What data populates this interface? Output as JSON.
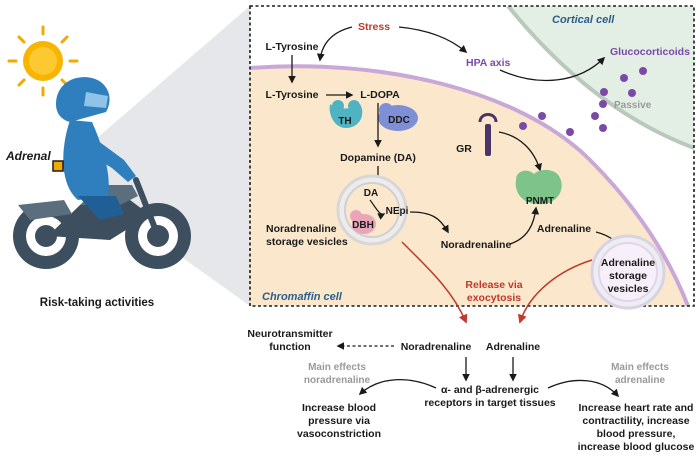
{
  "left_panel": {
    "adrenal_label": "Adrenal",
    "caption": "Risk-taking activities"
  },
  "cells": {
    "cortical": "Cortical cell",
    "chromaffin": "Chromaffin cell"
  },
  "pathway": {
    "stress": "Stress",
    "hpa_axis": "HPA axis",
    "glucocorticoids": "Glucocorticoids",
    "passive": "Passive",
    "l_tyrosine_outside": "L-Tyrosine",
    "l_tyrosine_inside": "L-Tyrosine",
    "l_dopa": "L-DOPA",
    "th": "TH",
    "ddc": "DDC",
    "dopamine": "Dopamine (DA)",
    "da": "DA",
    "nepi": "NEpi",
    "dbh": "DBH",
    "noradrenaline_vesicles_line1": "Noradrenaline",
    "noradrenaline_vesicles_line2": "storage vesicles",
    "noradrenaline": "Noradrenaline",
    "gr": "GR",
    "pnmt": "PNMT",
    "adrenaline": "Adrenaline",
    "adrenaline_vesicles_line1": "Adrenaline",
    "adrenaline_vesicles_line2": "storage",
    "adrenaline_vesicles_line3": "vesicles",
    "release_line1": "Release via",
    "release_line2": "exocytosis"
  },
  "effects": {
    "neurotransmitter_line1": "Neurotransmitter",
    "neurotransmitter_line2": "function",
    "noradrenaline": "Noradrenaline",
    "adrenaline": "Adrenaline",
    "main_effects_nor_line1": "Main effects",
    "main_effects_nor_line2": "noradrenaline",
    "main_effects_adr_line1": "Main effects",
    "main_effects_adr_line2": "adrenaline",
    "receptors_line1": "α- and β-adrenergic",
    "receptors_line2": "receptors in target tissues",
    "bp_line1": "Increase blood",
    "bp_line2": "pressure via",
    "bp_line3": "vasoconstriction",
    "hr_line1": "Increase heart rate and",
    "hr_line2": "contractility, increase",
    "hr_line3": "blood pressure,",
    "hr_line4": "increase blood glucose"
  },
  "colors": {
    "chromaffin_fill": "#fbe8cc",
    "cortical_fill": "#e3eee4",
    "membrane": "#c9a8d8",
    "red_arrow": "#c0392b",
    "purple": "#7b4aa8",
    "th_enzyme": "#4fb3c2",
    "ddc_enzyme": "#7f8fd6",
    "pnmt_enzyme": "#7ec48a",
    "dbh_enzyme": "#e9a6b8",
    "moto_blue": "#2f7fbf",
    "moto_dark": "#3d4f5e"
  }
}
